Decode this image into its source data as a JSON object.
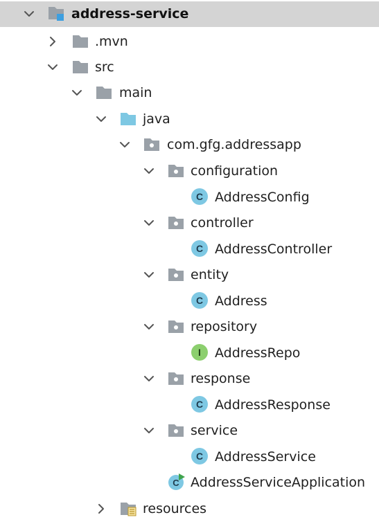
{
  "project": {
    "name": "address-service"
  },
  "nodes": {
    "mvn": ".mvn",
    "src": "src",
    "main": "main",
    "java": "java",
    "pkg": "com.gfg.addressapp",
    "configuration": "configuration",
    "address_config": "AddressConfig",
    "controller": "controller",
    "address_controller": "AddressController",
    "entity": "entity",
    "address": "Address",
    "repository": "repository",
    "address_repo": "AddressRepo",
    "response": "response",
    "address_response": "AddressResponse",
    "service": "service",
    "address_service": "AddressService",
    "application": "AddressServiceApplication",
    "resources": "resources"
  },
  "badges": {
    "class": "C",
    "interface": "I"
  },
  "colors": {
    "selection": "#d4d4d4",
    "folder_gray": "#9aa1a8",
    "folder_source": "#7ec8e3",
    "class_icon": "#7ec8e3",
    "interface_icon": "#8ccf6e",
    "run_triangle": "#3fa34d",
    "module_square": "#3d9fe0"
  },
  "icons": {
    "expanded": "chevron-down-icon",
    "collapsed": "chevron-right-icon",
    "folder": "folder-icon",
    "source_root": "source-folder-icon",
    "package": "package-icon",
    "module": "module-folder-icon",
    "class": "class-icon",
    "interface": "interface-icon",
    "app_class": "spring-app-class-icon",
    "resources": "resources-folder-icon"
  }
}
